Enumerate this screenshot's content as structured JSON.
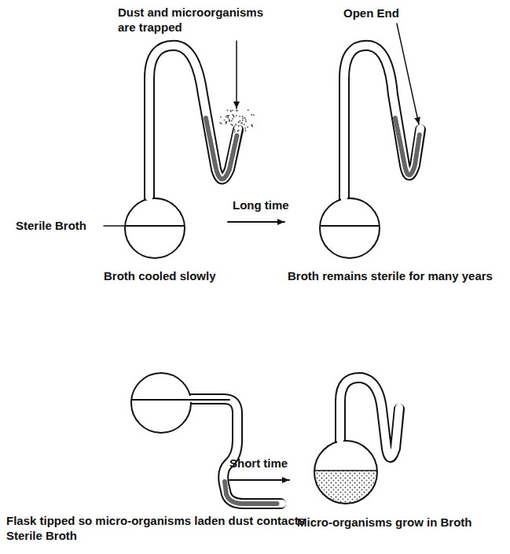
{
  "diagram": {
    "labels": [
      "Dust and microorganisms are trapped",
      "Open End",
      "Sterile Broth",
      "Long time",
      "Broth cooled slowly",
      "Broth remains sterile for many years",
      "Short time",
      "Flask tipped so micro-organisms laden dust contacts Sterile Broth",
      "Micro-organisms grow in Broth"
    ]
  }
}
